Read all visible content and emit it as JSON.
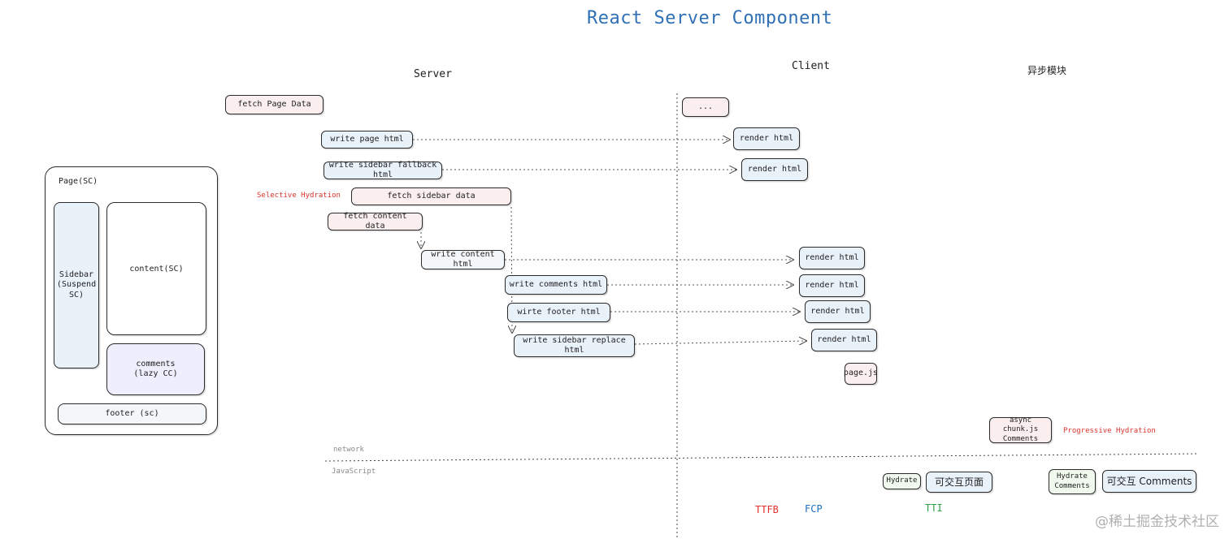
{
  "title": "React Server Component",
  "headings": {
    "server": "Server",
    "client": "Client",
    "async": "异步模块"
  },
  "page_layout": {
    "page": "Page(SC)",
    "sidebar": "Sidebar\n(Suspend\nSC)",
    "content": "content(SC)",
    "comments": "comments\n(lazy CC)",
    "footer": "footer (sc)"
  },
  "server_steps": {
    "fetch_page_data": "fetch Page Data",
    "write_page_html": "write page html",
    "write_sidebar_fallback": "write sidebar fallback html",
    "fetch_sidebar_data": "fetch sidebar data",
    "fetch_content_data": "fetch content data",
    "write_content_html": "write content html",
    "write_comments_html": "write comments html",
    "write_footer_html": "wirte footer html",
    "write_sidebar_replace": "write sidebar replace html"
  },
  "client_steps": {
    "ellipsis": "...",
    "render_1": "render html",
    "render_2": "render html",
    "render_3": "render html",
    "render_4": "render html",
    "render_5": "render html",
    "render_6": "render html",
    "page_js": "page.js"
  },
  "async_steps": {
    "chunk": "async chunk.js\nComments",
    "hydrate": "Hydrate",
    "interactive_page": "可交互页面",
    "hydrate_comments": "Hydrate\nComments",
    "interactive_comments": "可交互 Comments"
  },
  "notes": {
    "selective_hydration": "Selective Hydration",
    "progressive_hydration": "Progressive Hydration",
    "network": "network",
    "javascript": "JavaScript"
  },
  "metrics": {
    "ttfb": "TTFB",
    "fcp": "FCP",
    "tti": "TTI"
  },
  "watermark": "@稀土掘金技术社区"
}
